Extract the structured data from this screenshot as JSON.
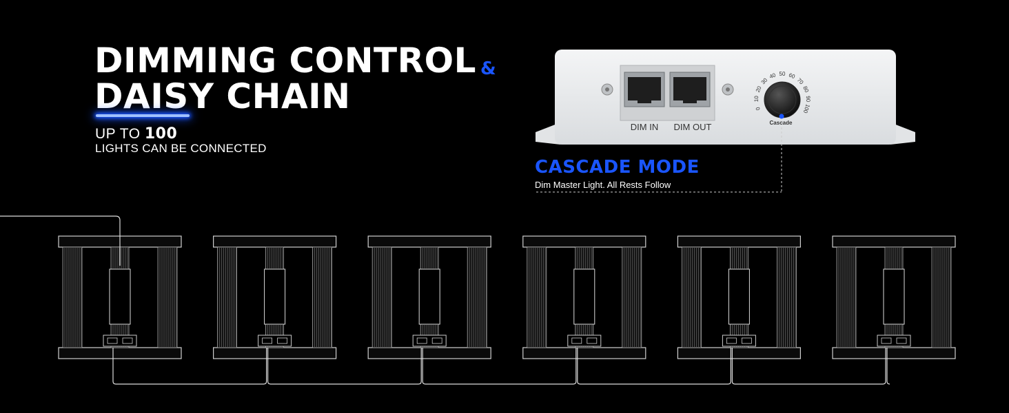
{
  "headline": {
    "line1": "DIMMING CONTROL",
    "ampersand": "&",
    "line2": "DAISY CHAIN"
  },
  "subtitle": {
    "prefix": "UP TO",
    "number": "100",
    "line2": "LIGHTS CAN BE CONNECTED"
  },
  "device": {
    "port_left_label": "DIM IN",
    "port_right_label": "DIM OUT",
    "dial_ticks": [
      "0",
      "10",
      "20",
      "30",
      "40",
      "50",
      "60",
      "70",
      "80",
      "90",
      "100"
    ],
    "dial_label": "Cascade"
  },
  "cascade": {
    "title": "CASCADE MODE",
    "description": "Dim Master Light. All Rests Follow"
  },
  "colors": {
    "accent": "#1a55ff",
    "background": "#000000",
    "line": "#ffffff"
  },
  "lights": {
    "count": 6,
    "fixture_icon": "led-grow-light-fixture-icon"
  }
}
